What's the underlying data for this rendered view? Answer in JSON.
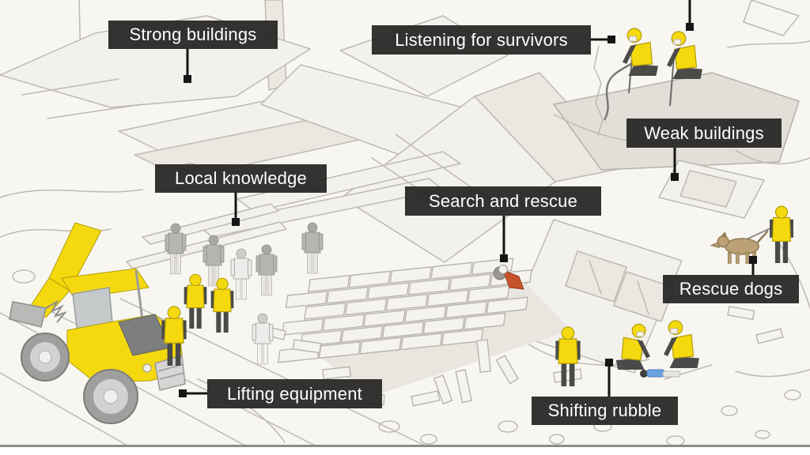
{
  "title": "Earthquake search and rescue annotated illustration",
  "labels": [
    {
      "id": "strong-buildings",
      "text": "Strong buildings"
    },
    {
      "id": "listening-for-survivors",
      "text": "Listening for survivors"
    },
    {
      "id": "weak-buildings",
      "text": "Weak buildings"
    },
    {
      "id": "local-knowledge",
      "text": "Local knowledge"
    },
    {
      "id": "search-and-rescue",
      "text": "Search and rescue"
    },
    {
      "id": "rescue-dogs",
      "text": "Rescue dogs"
    },
    {
      "id": "lifting-equipment",
      "text": "Lifting equipment"
    },
    {
      "id": "shifting-rubble",
      "text": "Shifting rubble"
    }
  ],
  "colors": {
    "background": "#f8f6f1",
    "label_background": "#252422",
    "label_text": "#ffffff",
    "line_art": "#bdbab2",
    "hi_vis_yellow": "#f5d90f",
    "digger_yellow": "#f8c70d",
    "dog_brown": "#bda176",
    "searcher_orange": "#c6532c",
    "survivor_blue": "#6aa3e0",
    "footer_rule": "#8e8c88"
  },
  "scene": {
    "entities": [
      "backhoe-loader",
      "local-residents-group",
      "hi-vis-rescue-workers",
      "listening-team-with-probes",
      "search-and-rescue-crawler",
      "rescue-dog-and-handler",
      "rubble-shifting-team",
      "trapped-survivor",
      "collapsed-brick-wall",
      "collapsed-building-slabs"
    ]
  }
}
